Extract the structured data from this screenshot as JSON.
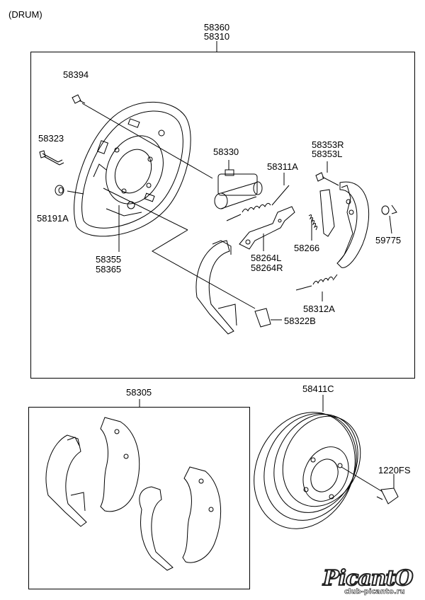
{
  "header": {
    "title": "(DRUM)"
  },
  "labels": {
    "assembly_top": "58360",
    "assembly_bottom": "58310",
    "p58394": "58394",
    "p58323": "58323",
    "p58191A": "58191A",
    "p58330": "58330",
    "p58311A": "58311A",
    "p58353R": "58353R",
    "p58353L": "58353L",
    "p58266": "58266",
    "p59775": "59775",
    "p58264L": "58264L",
    "p58264R": "58264R",
    "p58312A": "58312A",
    "p58355": "58355",
    "p58365": "58365",
    "p58322B": "58322B",
    "p58305": "58305",
    "p58411C": "58411C",
    "p1220FS": "1220FS"
  },
  "watermark": {
    "title": "PicantO",
    "subtitle": "club-picanto.ru",
    "club": "CLUB"
  },
  "colors": {
    "line": "#000000",
    "background": "#ffffff"
  }
}
